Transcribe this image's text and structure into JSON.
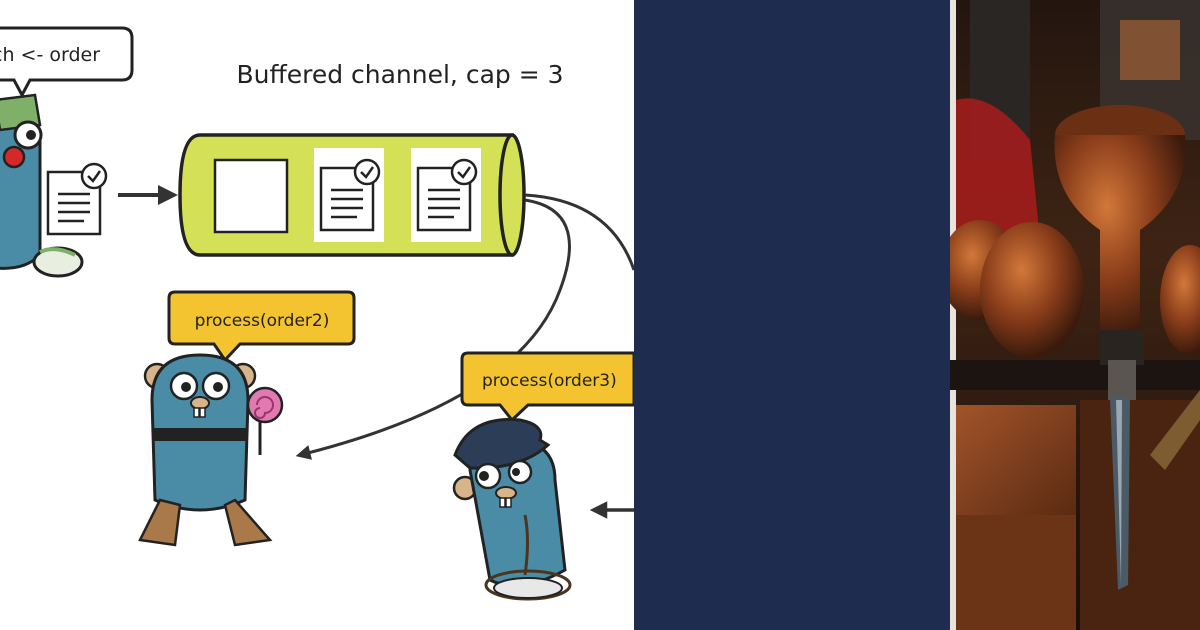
{
  "diagram": {
    "title": "Buffered channel, cap = 3",
    "sender_bubble": "ch <- order",
    "worker1_bubble": "process(order2)",
    "worker2_bubble": "process(order3)"
  },
  "colors": {
    "channel_fill": "#d4e157",
    "bubble_fill": "#f4c430",
    "gopher_blue": "#4a8ca6",
    "outline": "#222222",
    "navy_panel": "#1e2d4f",
    "wood_dark": "#3a1a0c",
    "wood_mid": "#8a3d1a",
    "wood_light": "#c0682f"
  },
  "icons": [
    "document-check-icon",
    "gopher-sender",
    "gopher-worker-lollipop",
    "gopher-worker-lasso",
    "arrow-icon"
  ],
  "buffer_slots": [
    {
      "state": "empty"
    },
    {
      "state": "filled",
      "icon": "document-check-icon"
    },
    {
      "state": "filled",
      "icon": "document-check-icon"
    }
  ]
}
